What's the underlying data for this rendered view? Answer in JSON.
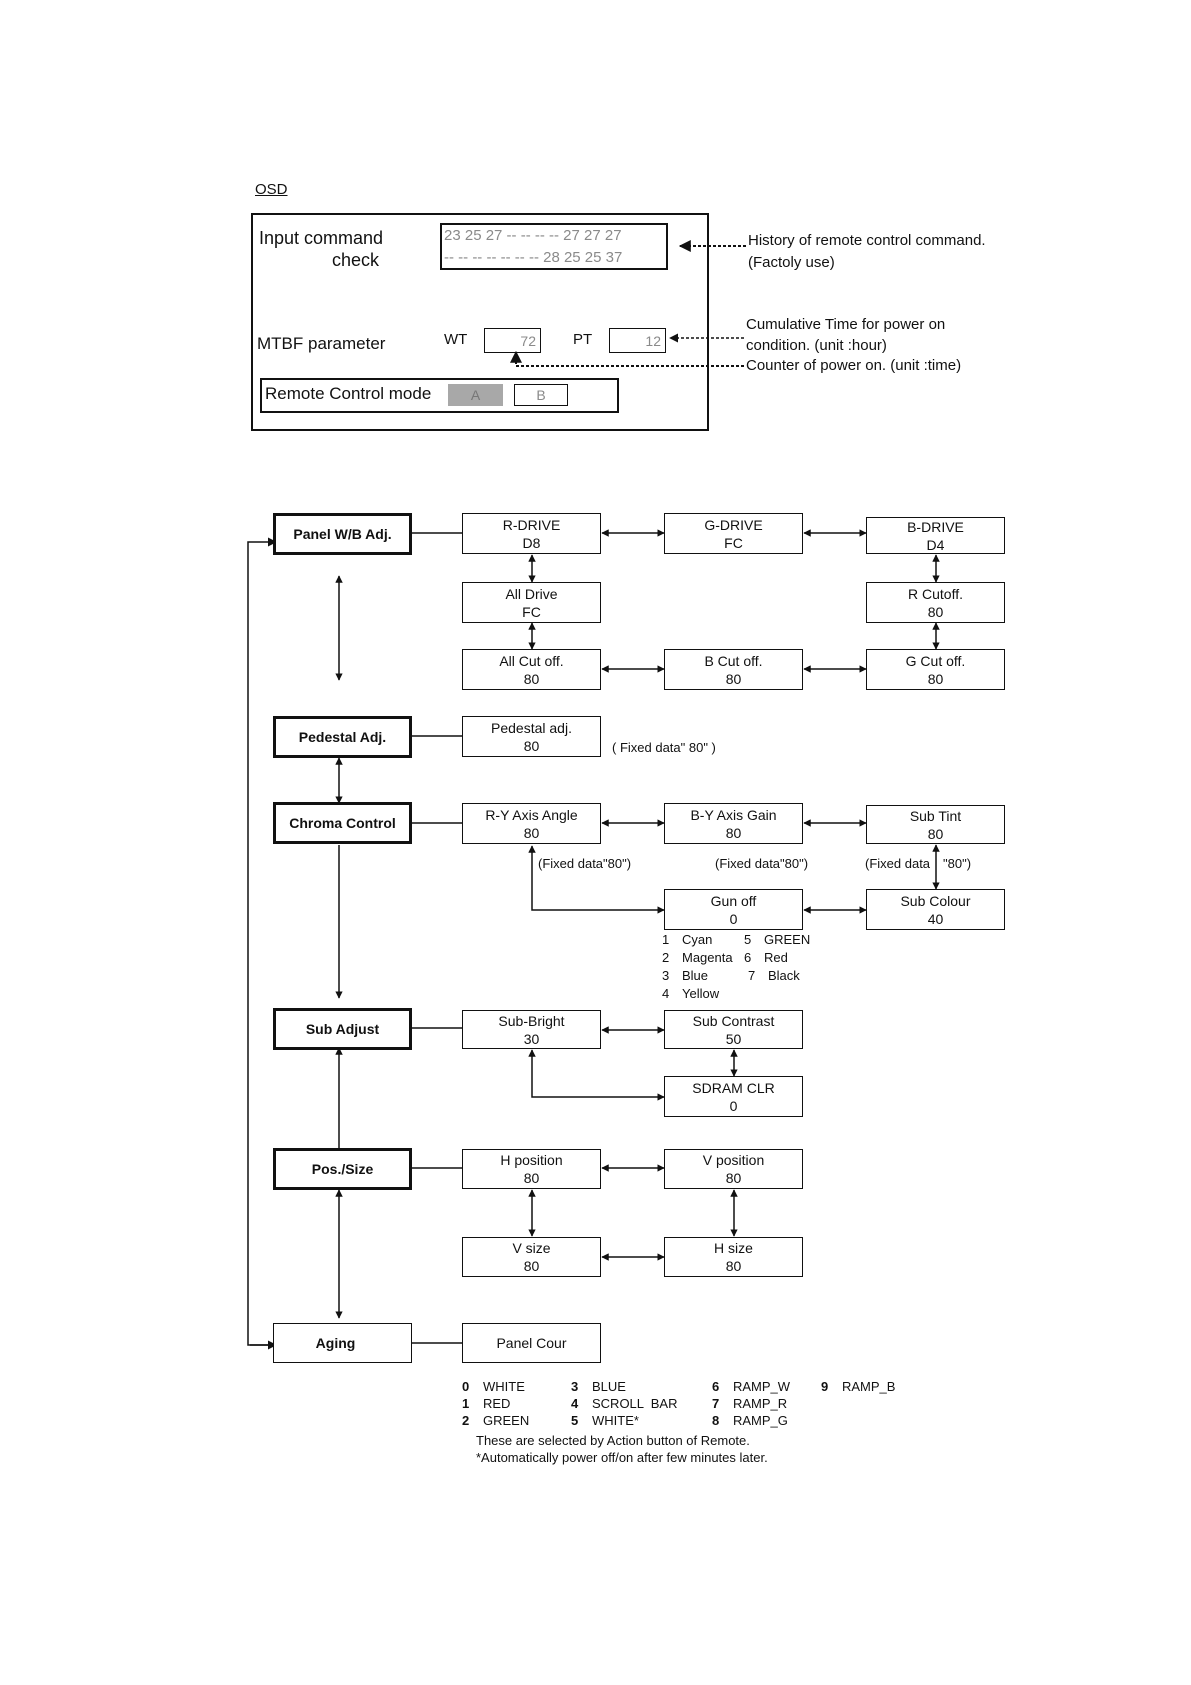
{
  "osd": {
    "heading": "OSD",
    "input_command_label_1": "Input command",
    "input_command_label_2": "check",
    "history_line_1": "23 25 27 -- -- -- -- 27 27 27",
    "history_line_2": "-- -- -- -- -- -- -- 28 25 25 37",
    "history_note_1": "History of remote control command.",
    "history_note_2": "(Factoly use)",
    "mtbf_label": "MTBF parameter",
    "wt_label": "WT",
    "wt_value": "72",
    "pt_label": "PT",
    "pt_value": "12",
    "cumulative_note_1": "Cumulative Time for power on",
    "cumulative_note_2": "condition. (unit :hour)",
    "counter_note": "Counter of power on. (unit :time)",
    "remote_label": "Remote Control mode",
    "remote_a": "A",
    "remote_b": "B"
  },
  "menus": {
    "panel_wb": "Panel W/B Adj.",
    "pedestal": "Pedestal Adj.",
    "chroma": "Chroma Control",
    "sub_adjust": "Sub Adjust",
    "pos_size": "Pos./Size",
    "aging": "Aging"
  },
  "nodes": {
    "r_drive": {
      "name": "R-DRIVE",
      "value": "D8"
    },
    "g_drive": {
      "name": "G-DRIVE",
      "value": "FC"
    },
    "b_drive": {
      "name": "B-DRIVE",
      "value": "D4"
    },
    "all_drive": {
      "name": "All Drive",
      "value": "FC"
    },
    "r_cutoff": {
      "name": "R Cutoff.",
      "value": "80"
    },
    "all_cutoff": {
      "name": "All Cut off.",
      "value": "80"
    },
    "b_cutoff": {
      "name": "B Cut off.",
      "value": "80"
    },
    "g_cutoff": {
      "name": "G Cut off.",
      "value": "80"
    },
    "pedestal_adj": {
      "name": "Pedestal adj.",
      "value": "80"
    },
    "ry_axis": {
      "name": "R-Y Axis Angle",
      "value": "80"
    },
    "by_axis": {
      "name": "B-Y Axis Gain",
      "value": "80"
    },
    "sub_tint": {
      "name": "Sub Tint",
      "value": "80"
    },
    "gun_off": {
      "name": "Gun off",
      "value": "0"
    },
    "sub_colour": {
      "name": "Sub Colour",
      "value": "40"
    },
    "sub_bright": {
      "name": "Sub-Bright",
      "value": "30"
    },
    "sub_contrast": {
      "name": "Sub Contrast",
      "value": "50"
    },
    "sdram_clr": {
      "name": "SDRAM CLR",
      "value": "0"
    },
    "h_position": {
      "name": "H position",
      "value": "80"
    },
    "v_position": {
      "name": "V position",
      "value": "80"
    },
    "v_size": {
      "name": "V size",
      "value": "80"
    },
    "h_size": {
      "name": "H size",
      "value": "80"
    },
    "panel_cour": {
      "name": "Panel Cour"
    }
  },
  "notes": {
    "pedestal_fixed": "( Fixed data\" 80\" )",
    "ry_fixed": "(Fixed data\"80\")",
    "by_fixed": "(Fixed data\"80\")",
    "tint_fixed_1": "(Fixed data",
    "tint_fixed_2": "\"80\")"
  },
  "gun_off_options": [
    {
      "num": "1",
      "label": "Cyan"
    },
    {
      "num": "2",
      "label": "Magenta"
    },
    {
      "num": "3",
      "label": "Blue"
    },
    {
      "num": "4",
      "label": "Yellow"
    },
    {
      "num": "5",
      "label": "GREEN"
    },
    {
      "num": "6",
      "label": "Red"
    },
    {
      "num": "7",
      "label": "Black"
    }
  ],
  "aging_patterns": [
    {
      "num": "0",
      "label": "WHITE"
    },
    {
      "num": "1",
      "label": "RED"
    },
    {
      "num": "2",
      "label": "GREEN"
    },
    {
      "num": "3",
      "label": "BLUE"
    },
    {
      "num": "4",
      "label": "SCROLL  BAR"
    },
    {
      "num": "5",
      "label": "WHITE*"
    },
    {
      "num": "6",
      "label": "RAMP_W"
    },
    {
      "num": "7",
      "label": "RAMP_R"
    },
    {
      "num": "8",
      "label": "RAMP_G"
    },
    {
      "num": "9",
      "label": "RAMP_B"
    }
  ],
  "aging_note_1": "These are selected by Action button of Remote.",
  "aging_note_2": "*Automatically power off/on after few minutes later."
}
